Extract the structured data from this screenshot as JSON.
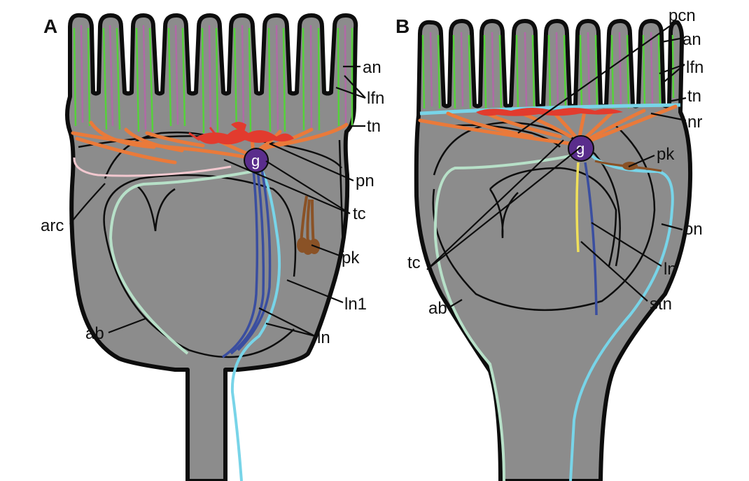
{
  "panel_a": {
    "letter": "A",
    "labels": {
      "an": "an",
      "lfn": "lfn",
      "tn": "tn",
      "pn": "pn",
      "tc": "tc",
      "arc": "arc",
      "pk": "pk",
      "ln1": "ln1",
      "ab": "ab",
      "ln": "ln",
      "g": "g"
    }
  },
  "panel_b": {
    "letter": "B",
    "labels": {
      "pcn": "pcn",
      "an": "an",
      "lfn": "lfn",
      "tn": "tn",
      "nr": "nr",
      "pk": "pk",
      "on": "on",
      "tc": "tc",
      "ln": "ln",
      "ab": "ab",
      "stn": "stn",
      "g": "g"
    }
  },
  "colors": {
    "tissue": "#8c8c8c",
    "outline": "#0d0d0d",
    "lateral_nerve_green": "#55d23a",
    "axial_nerve_purple": "#b06aa6",
    "tentacular_nerve_orange": "#ea7a3a",
    "nerve_ring_cyan": "#78d4e8",
    "plexus_red": "#e23b2e",
    "ganglion_purple": "#5a2d8c",
    "pale_green": "#b7e0c8",
    "pale_pink": "#f2c8cf",
    "navy_nerve": "#3a4ea0",
    "brown_pk": "#8a5226",
    "yellow_stn": "#f0e05a"
  }
}
